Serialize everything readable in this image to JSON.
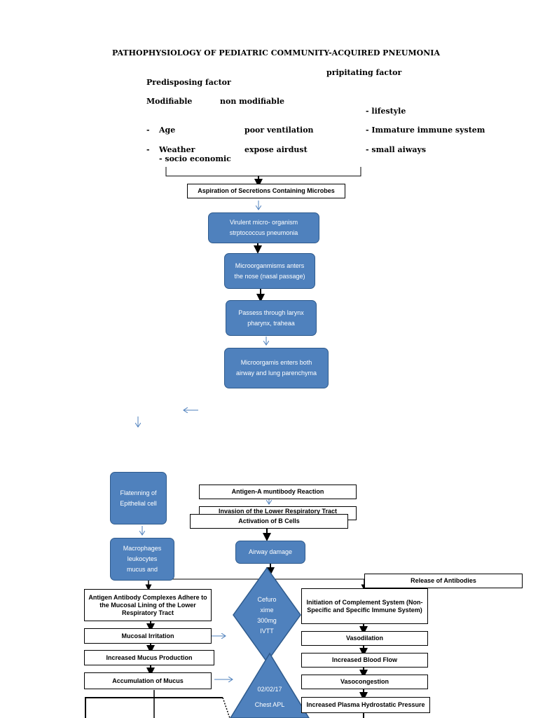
{
  "title": "PATHOPHYSIOLOGY OF PEDIATRIC COMMUNITY-ACQUIRED PNEUMONIA",
  "factors": {
    "precipitating": "pripitating factor",
    "predisposing": "Predisposing factor",
    "modifiable": "Modifiable",
    "non_modifiable": "non modifiable",
    "lifestyle": "- lifestyle",
    "dash1": "-",
    "age": "Age",
    "poor_ventilation": "poor ventilation",
    "immature_immune": "- Immature immune system",
    "dash2": "-",
    "weather": "Weather",
    "expose_airdust": "expose airdust",
    "small_airways": "- small aiways",
    "socio_economic": "- socio economic"
  },
  "boxes": {
    "aspiration": "Aspiration of Secretions Containing Microbes",
    "antigen_reaction": "Antigen-A muntibody Reaction",
    "invasion": "Invasion of the Lower Respiratory Tract",
    "activation_b": "Activation of B Cells",
    "release_antibodies": "Release of Antibodies",
    "complexes_adhere": "Antigen Antibody Complexes Adhere to the Mucosal Lining of the Lower Respiratory Tract",
    "mucosal_irritation": "Mucosal Irritation",
    "increased_mucus": "Increased Mucus Production",
    "accumulation_mucus": "Accumulation of Mucus",
    "complement_system": "Initiation of Complement System (Non-Specific and Specific Immune System)",
    "vasodilation": "Vasodilation",
    "increased_blood_flow": "Increased Blood Flow",
    "vasocongestion": "Vasocongestion",
    "plasma_pressure": "Increased Plasma Hydrostatic Pressure"
  },
  "blue": {
    "virulent_line1": "Virulent micro- organism",
    "virulent_line2": "strptococcus pneumonia",
    "enters_nose_line1": "Microorganmisms anters",
    "enters_nose_line2": "the nose (nasal passage)",
    "larynx_line1": "Passess through larynx",
    "larynx_line2": "pharynx, traheaa",
    "airway_line1": "Microorgamis enters both",
    "airway_line2": "airway and lung parenchyma",
    "flatenning_line1": "Flatenning of",
    "flatenning_line2": "Epithelial cell",
    "macro_line1": "Macrophages",
    "macro_line2": "leukocytes",
    "macro_line3": "mucus and",
    "airway_damage": "Airway damage"
  },
  "diamond": {
    "line1": "Cefuro",
    "line2": "xime",
    "line3": "300mg",
    "line4": "IVTT"
  },
  "triangle": {
    "line1": "02/02/17",
    "line2": "Chest APL"
  },
  "colors": {
    "node_fill": "#4f81bd",
    "node_border": "#2e5a8c",
    "thin_arrow": "#4f81bd"
  }
}
